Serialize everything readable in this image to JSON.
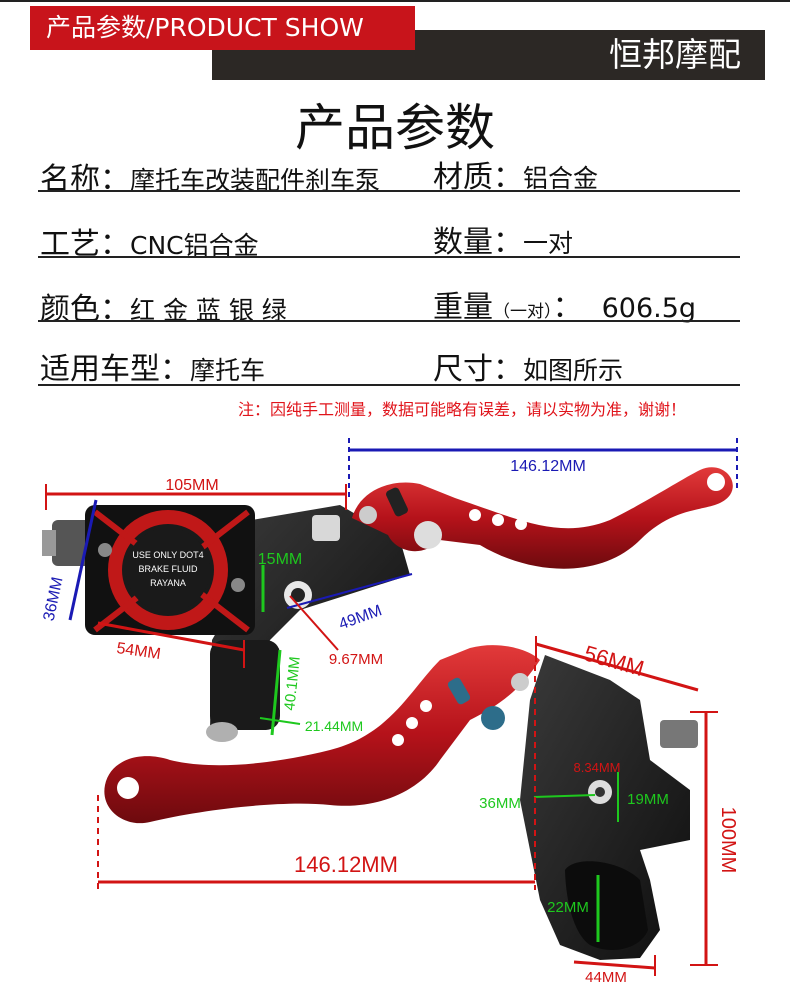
{
  "banner": {
    "left": "产品参数/PRODUCT SHOW",
    "right": "恒邦摩配"
  },
  "title": "产品参数",
  "specs": [
    {
      "key": "名称",
      "value": "摩托车改装配件刹车泵"
    },
    {
      "key": "材质",
      "value": "铝合金"
    },
    {
      "key": "工艺",
      "value": "CNC铝合金"
    },
    {
      "key": "数量",
      "value": "一对"
    },
    {
      "key": "颜色",
      "value": "红 金 蓝 银  绿"
    },
    {
      "key": "重量",
      "qualifier": "（一对）",
      "value": "606.5g"
    },
    {
      "key": "适用车型",
      "value": "摩托车"
    },
    {
      "key": "尺寸",
      "value": "如图所示"
    }
  ],
  "note": "注：因纯手工测量，数据可能略有误差，请以实物为准，谢谢！",
  "cap_text": [
    "USE ONLY DOT4",
    "BRAKE FLUID",
    "RAYANA"
  ],
  "dims": {
    "d1": "146.12MM",
    "d2": "105MM",
    "d3": "36MM",
    "d4": "15MM",
    "d5": "49MM",
    "d6": "54MM",
    "d7": "9.67MM",
    "d8": "40.1MM",
    "d9": "21.44MM",
    "d10": "56MM",
    "d11": "8.34MM",
    "d12": "36MM",
    "d13": "19MM",
    "d14": "100MM",
    "d15": "146.12MM",
    "d16": "22MM",
    "d17": "44MM"
  },
  "colors": {
    "accent": "#c8141b",
    "banner_dark": "#2c2825",
    "note": "#e0141b",
    "blue": "#1a1ab4",
    "green": "#1ec81e",
    "red_dim": "#d21414"
  }
}
